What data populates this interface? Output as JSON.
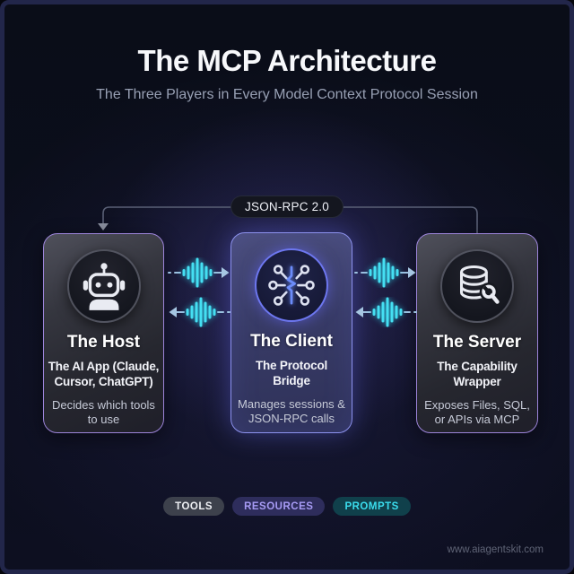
{
  "header": {
    "title": "The MCP Architecture",
    "subtitle": "The Three Players in Every Model Context Protocol Session"
  },
  "connector": {
    "label": "JSON-RPC 2.0"
  },
  "cards": [
    {
      "id": "host",
      "title": "The Host",
      "subtitle": "The AI App (Claude, Cursor, ChatGPT)",
      "description": "Decides which tools to use",
      "icon": "robot-icon"
    },
    {
      "id": "client",
      "title": "The Client",
      "subtitle": "The Protocol Bridge",
      "description": "Manages sessions & JSON-RPC calls",
      "icon": "network-hub-icon"
    },
    {
      "id": "server",
      "title": "The Server",
      "subtitle": "The Capability Wrapper",
      "description": "Exposes Files, SQL, or APIs via MCP",
      "icon": "database-wrench-icon"
    }
  ],
  "transport_icons": {
    "waveform": "audio-waveform-icon",
    "arrow_right": "arrow-right-icon",
    "arrow_left": "arrow-left-icon",
    "down_arrow": "arrow-down-icon"
  },
  "badges": [
    {
      "label": "TOOLS",
      "bg": "#3d414c",
      "color": "#edeff3"
    },
    {
      "label": "RESOURCES",
      "bg": "#2e2d5c",
      "color": "#a79bf5"
    },
    {
      "label": "PROMPTS",
      "bg": "#10404b",
      "color": "#3adced"
    }
  ],
  "footer": {
    "watermark": "www.aiagentskit.com"
  },
  "colors": {
    "background": "#0a0d18",
    "frame": "#22264a",
    "card_border_purple": "#9c84d9",
    "client_border": "#8d92ee",
    "accent_cyan": "#45dff2",
    "connector_line": "#5a6076",
    "title_text": "#f7f8fb",
    "subtitle_text": "#98a0b4"
  }
}
